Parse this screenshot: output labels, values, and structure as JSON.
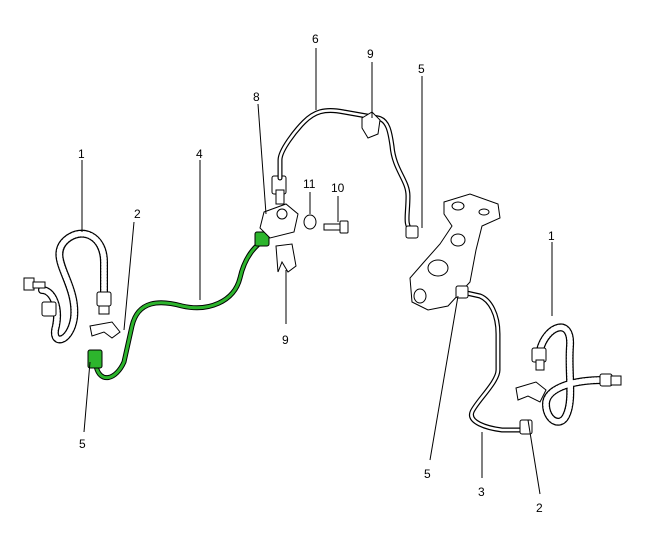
{
  "diagram": {
    "highlight_color": "#2db52d",
    "callouts": [
      "1",
      "2",
      "4",
      "5",
      "8",
      "9",
      "6",
      "11",
      "10",
      "9",
      "5",
      "1",
      "5",
      "3",
      "2"
    ]
  }
}
